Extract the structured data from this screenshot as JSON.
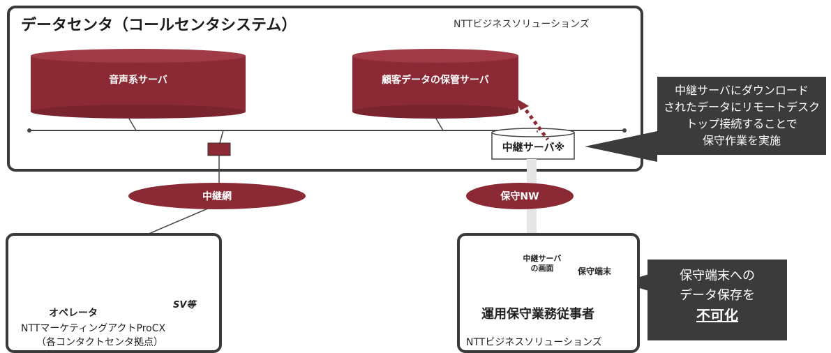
{
  "datacenter": {
    "title": "データセンタ（コールセンタシステム）",
    "owner": "NTTビジネスソリューションズ",
    "server_voice": "音声系サーバ",
    "server_customer": "顧客データの保管サーバ",
    "relay_server": "中継サーバ※"
  },
  "callout_relay": {
    "lines": [
      "中継サーバにダウンロード",
      "されたデータにリモートデスク",
      "トップ接続することで",
      "保守作業を実施"
    ]
  },
  "networks": {
    "relay_net": "中継網",
    "maint_net": "保守NW"
  },
  "operator_site": {
    "switch": "SW",
    "operator_label": "オペレータ",
    "sv_label": "SV等",
    "company": "NTTマーケティングアクトProCX",
    "sites": "（各コンタクトセンタ拠点）"
  },
  "maint_site": {
    "screen_line1": "中継サーバ",
    "screen_line2": "の画面",
    "terminal": "保守端末",
    "operator": "運用保守業務従事者",
    "owner": "NTTビジネスソリューションズ"
  },
  "callout_terminal": {
    "line1": "保守端末への",
    "line2": "データ保存を",
    "line3": "不可化"
  },
  "colors": {
    "cylinder": "#8b2a35",
    "callout": "#3b3b3b",
    "dotted_arrow": "#8b2a35"
  }
}
